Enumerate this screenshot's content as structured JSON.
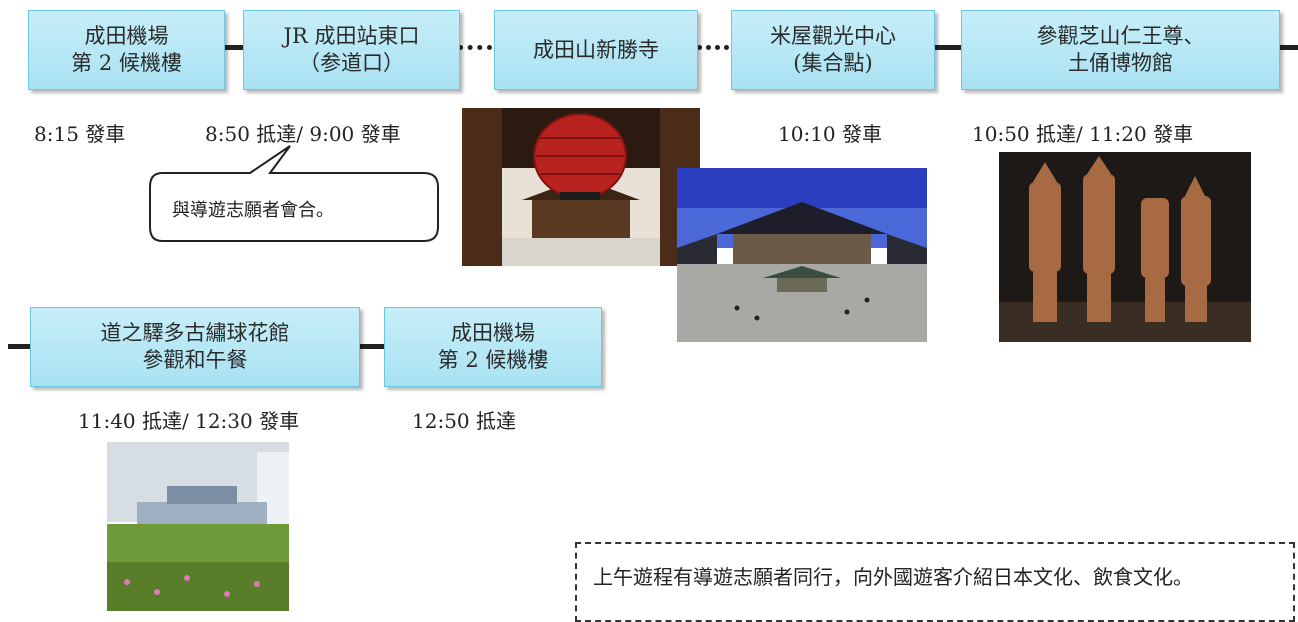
{
  "route_row1": [
    {
      "line1": "成田機場",
      "line2": "第 2 候機樓"
    },
    {
      "line1": "JR 成田站東口",
      "line2": "（参道口）"
    },
    {
      "line1": "成田山新勝寺",
      "line2": ""
    },
    {
      "line1": "米屋觀光中心",
      "line2": "(集合點)"
    },
    {
      "line1": "參觀芝山仁王尊、",
      "line2": "土俑博物館"
    }
  ],
  "route_row2": [
    {
      "line1": "道之驛多古繡球花館",
      "line2": "參觀和午餐"
    },
    {
      "line1": "成田機場",
      "line2": "第 2 候機樓"
    }
  ],
  "times": {
    "t1": "8:15 發車",
    "t2": "8:50 抵達/  9:00 發車",
    "t3": "10:10 發車",
    "t4": "10:50 抵達/  11:20 發車",
    "t5": "11:40 抵達/  12:30 發車",
    "t6": "12:50 抵達"
  },
  "callout": "與導遊志願者會合。",
  "note": "上午遊程有導遊志願者同行，向外國遊客介紹日本文化、飲食文化。"
}
